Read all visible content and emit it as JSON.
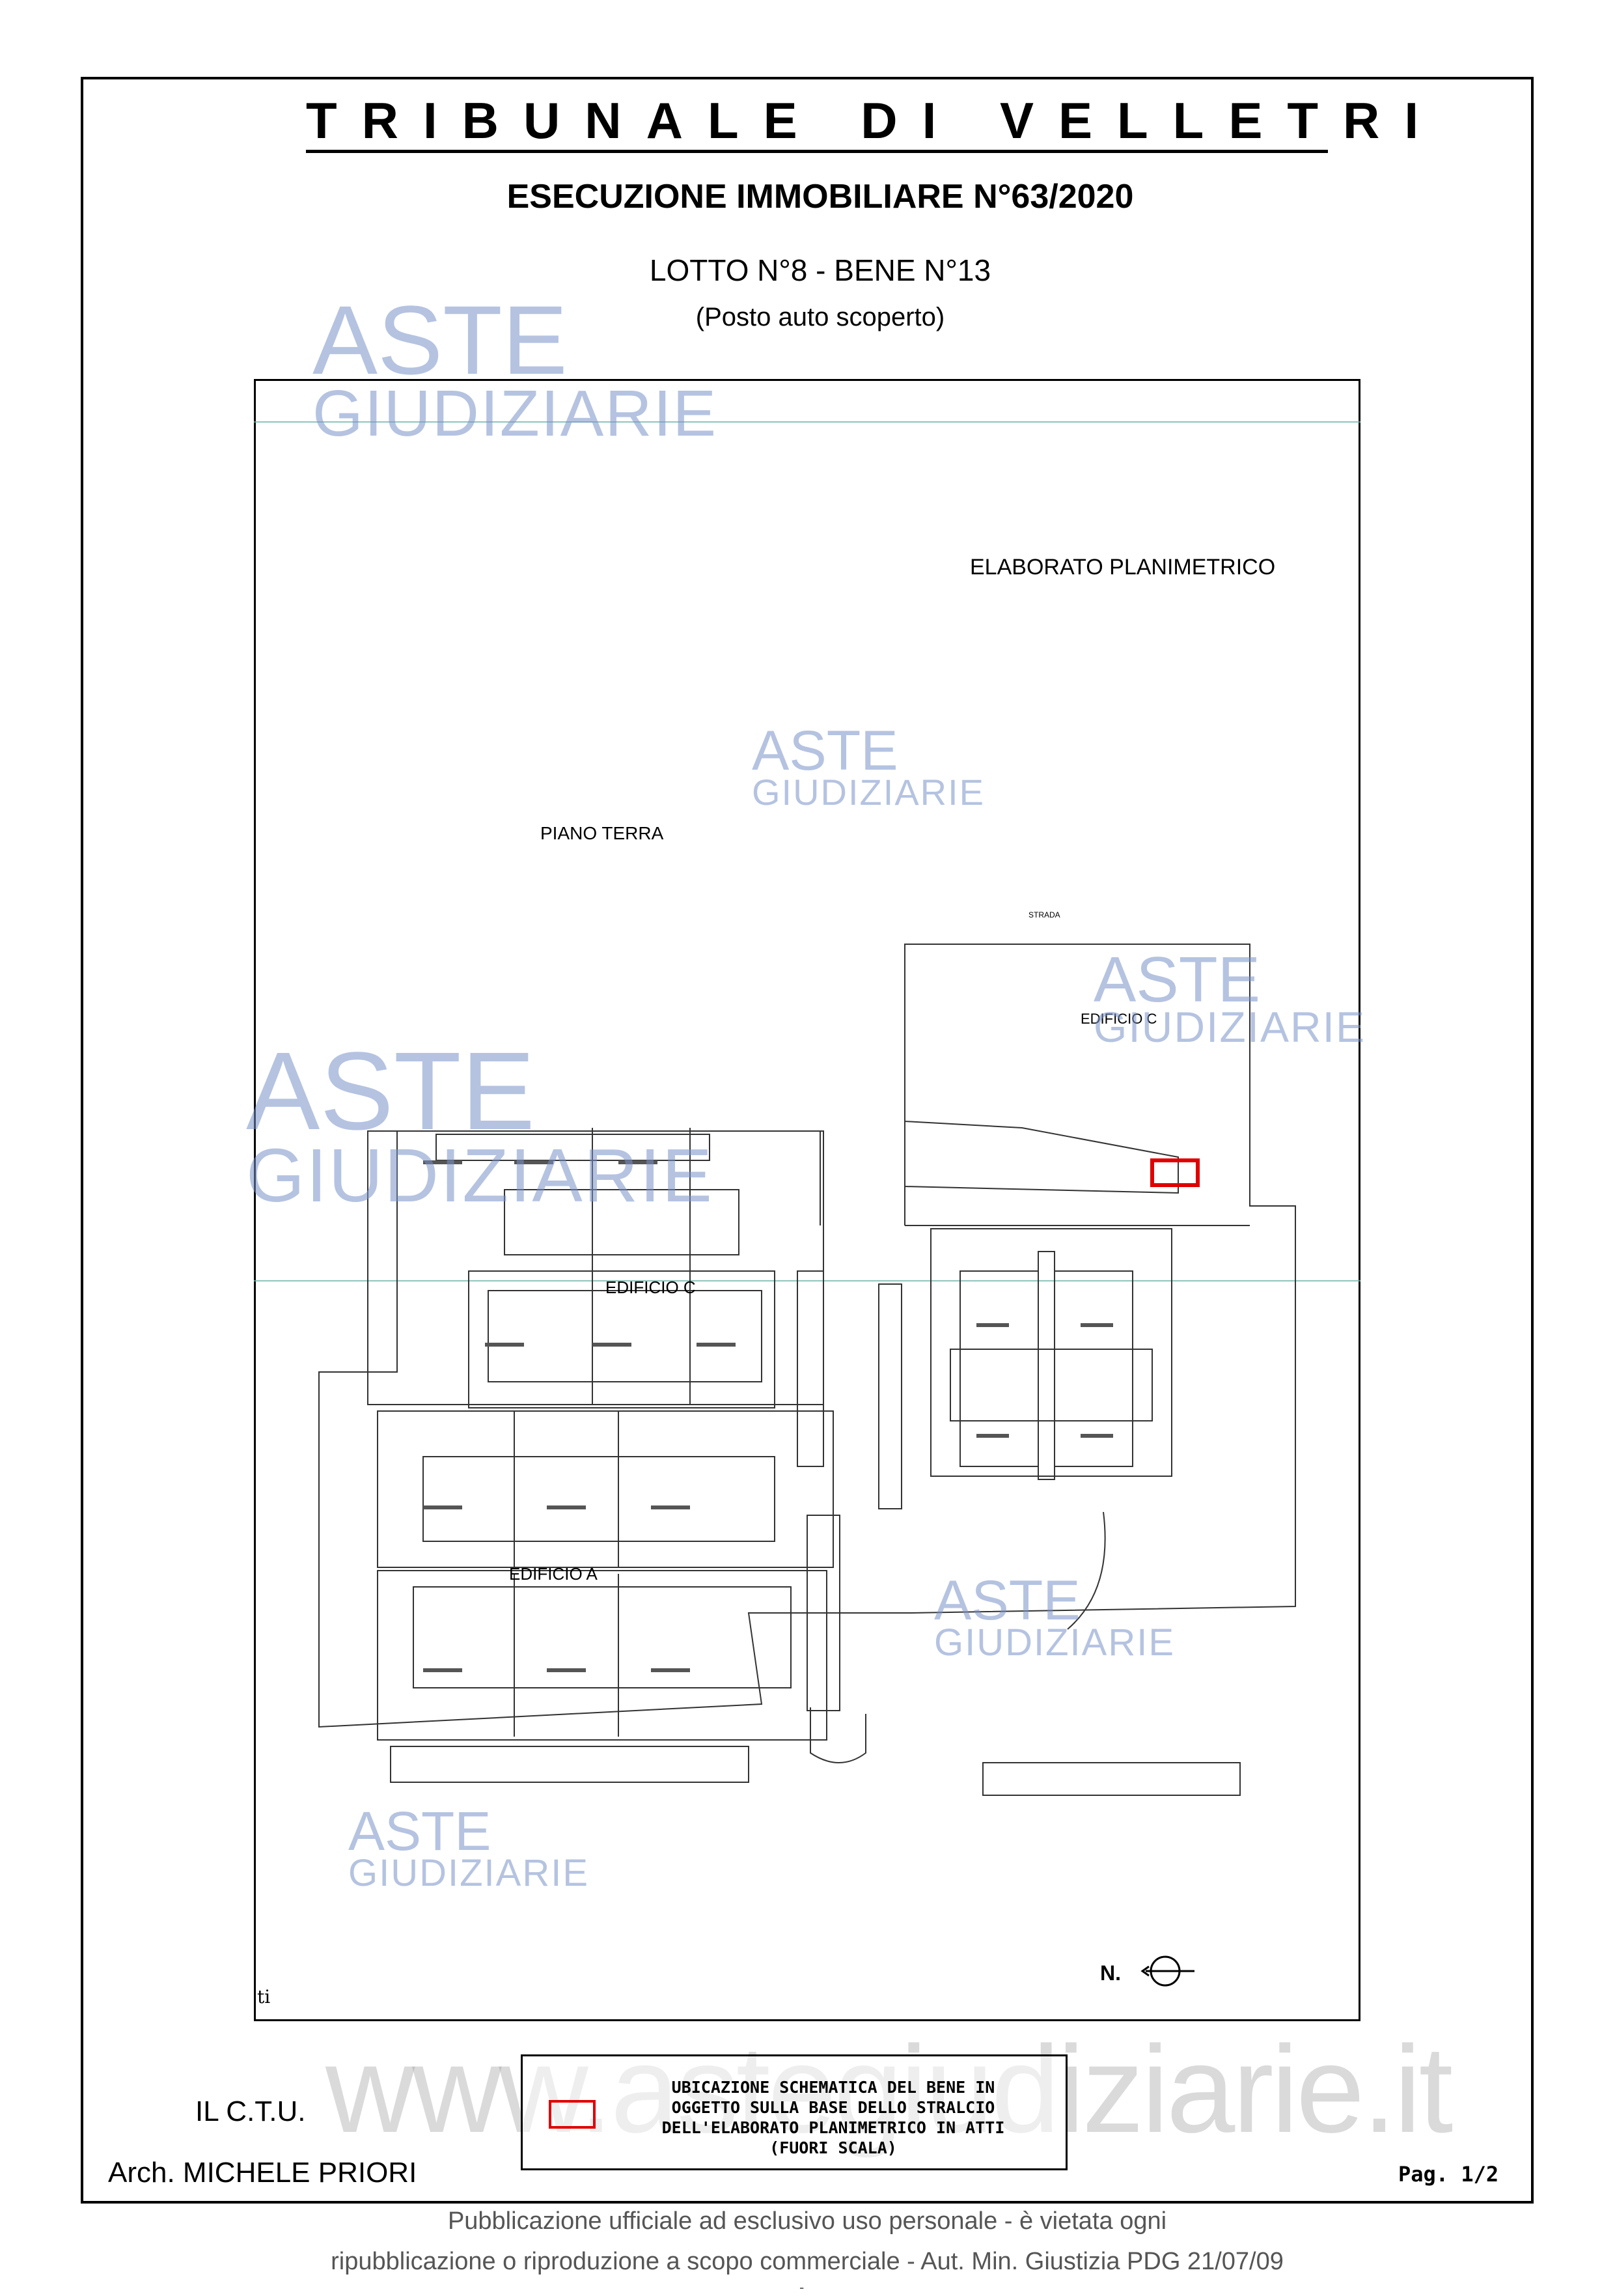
{
  "header": {
    "court": "TRIBUNALE DI VELLETRI",
    "case": "ESECUZIONE IMMOBILIARE N°63/2020",
    "lot": "LOTTO N°8 - BENE N°13",
    "subtitle": "(Posto auto scoperto)"
  },
  "plan": {
    "title": "ELABORATO PLANIMETRICO",
    "floor": "PIANO TERRA",
    "road": "STRADA",
    "building_c_top": "EDIFICIO C",
    "building_c": "EDIFICIO C",
    "building_a": "EDIFICIO A",
    "north": "N.",
    "corner_mark": "ti",
    "highlight_color": "#e00000"
  },
  "watermark": {
    "brand_top": "ASTE",
    "brand_bottom": "GIUDIZIARIE",
    "url": "www.astegiudiziarie.it",
    "color": "#7891c8"
  },
  "signature": {
    "role": "IL C.T.U.",
    "name": "Arch. MICHELE PRIORI"
  },
  "legend": {
    "line1": "UBICAZIONE SCHEMATICA DEL BENE IN",
    "line2": "OGGETTO SULLA BASE DELLO STRALCIO",
    "line3": "DELL'ELABORATO PLANIMETRICO IN ATTI",
    "line4": "(FUORI SCALA)"
  },
  "page": "Pag. 1/2",
  "footer": {
    "line1": "Pubblicazione ufficiale ad esclusivo uso personale - è vietata ogni",
    "line2": "ripubblicazione o riproduzione a scopo commerciale - Aut. Min. Giustizia PDG 21/07/09",
    "mark": "-"
  }
}
